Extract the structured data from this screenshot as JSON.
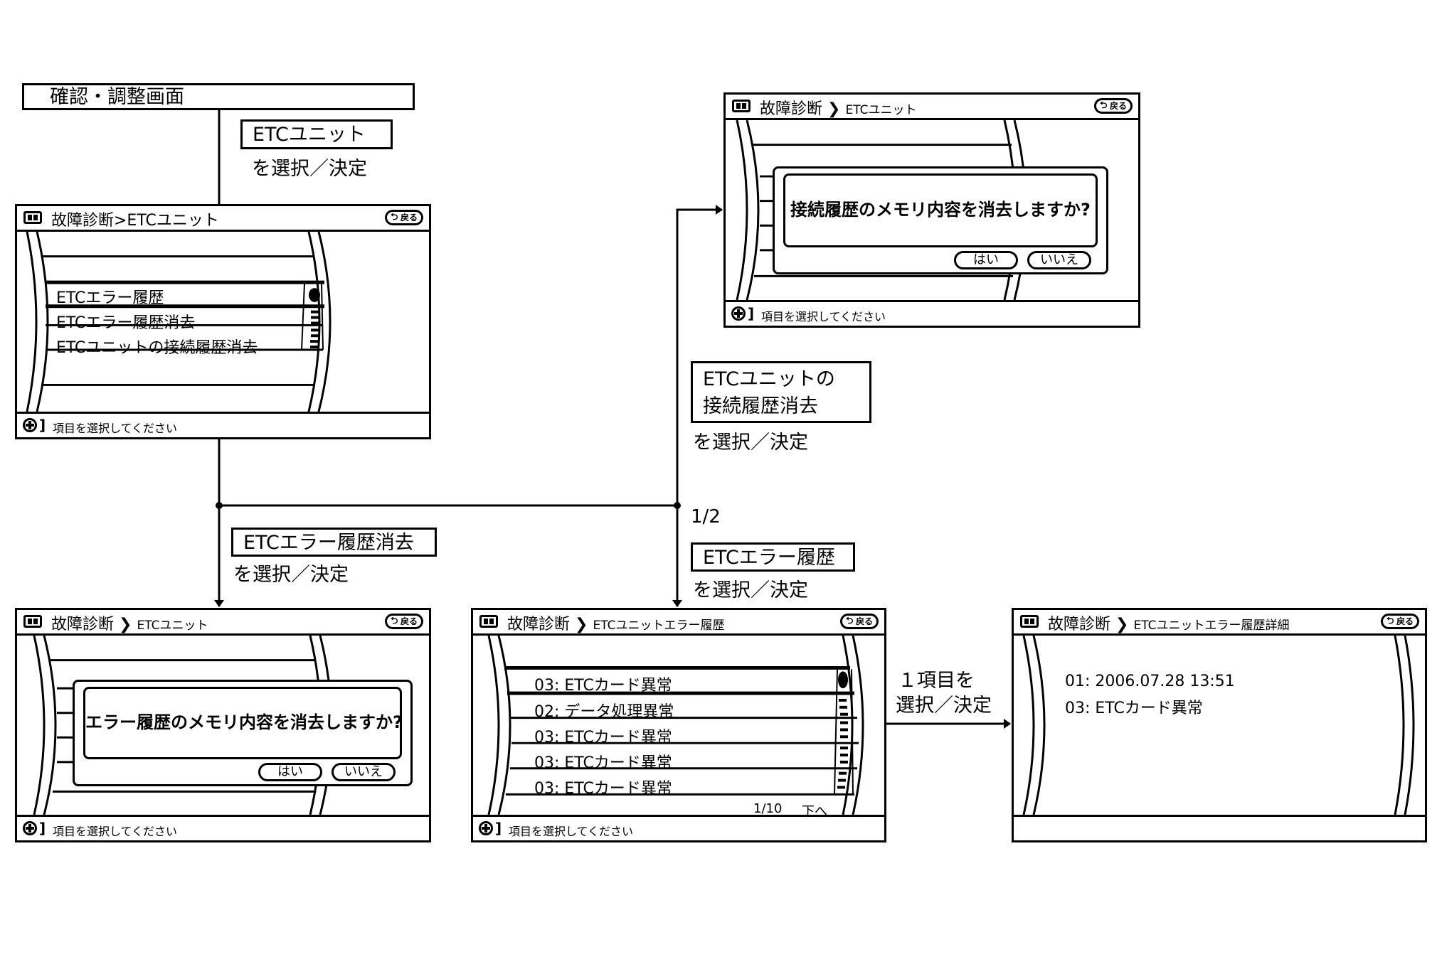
{
  "flow": {
    "root_label": "確認・調整画面",
    "select_suffix": "を選択／決定",
    "step_etc_unit": "ETCユニット",
    "step_clear_connection": [
      "ETCユニットの",
      "接続履歴消去"
    ],
    "step_clear_error": "ETCエラー履歴消去",
    "step_error_history": "ETCエラー履歴",
    "page_fraction": "1/2",
    "step_one_item": [
      "１項目を",
      "選択／決定"
    ]
  },
  "common": {
    "title_prefix": "故障診断",
    "back_label": "戻る",
    "footer_hint": "項目を選択してください",
    "yes_label": "はい",
    "no_label": "いいえ"
  },
  "screens": {
    "menu": {
      "title": "故障診断>ETCユニット",
      "items": [
        "ETCエラー履歴",
        "ETCエラー履歴消去",
        "ETCユニットの接続履歴消去"
      ],
      "selected_index": 0
    },
    "confirm_connection": {
      "crumb": "ETCユニット",
      "message": "接続履歴のメモリ内容を消去しますか?"
    },
    "confirm_error": {
      "crumb": "ETCユニット",
      "message": "エラー履歴のメモリ内容を消去しますか?"
    },
    "error_history": {
      "crumb": "ETCユニットエラー履歴",
      "rows": [
        "03: ETCカード異常",
        "02: データ処理異常",
        "03: ETCカード異常",
        "03: ETCカード異常",
        "03: ETCカード異常"
      ],
      "selected_index": 0,
      "page": "1/10",
      "next_label": "下へ"
    },
    "error_detail": {
      "crumb": "ETCユニットエラー履歴詳細",
      "lines": [
        "01: 2006.07.28 13:51",
        "03: ETCカード異常"
      ]
    }
  }
}
